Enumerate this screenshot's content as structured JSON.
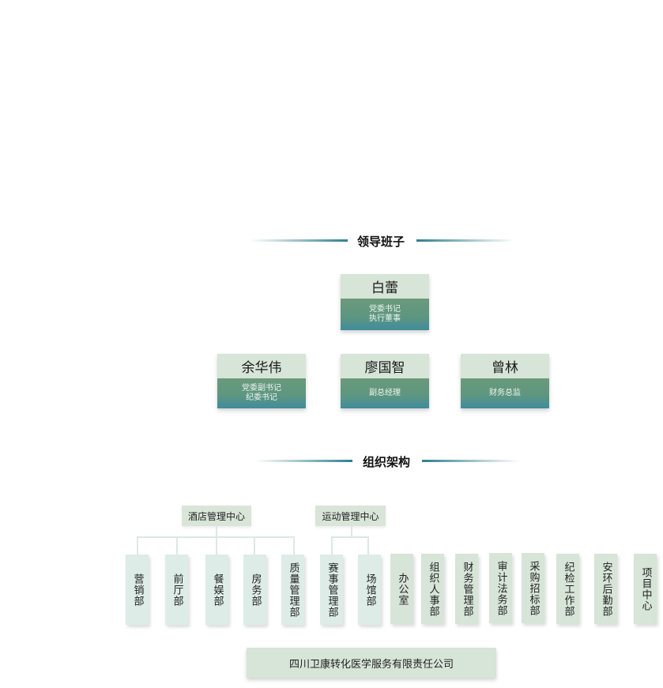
{
  "leadership": {
    "title": "领导班子",
    "members": [
      {
        "name": "白蕾",
        "roles": [
          "党委书记",
          "执行董事"
        ]
      },
      {
        "name": "余华伟",
        "roles": [
          "党委副书记",
          "纪委书记"
        ]
      },
      {
        "name": "廖国智",
        "roles": [
          "副总经理"
        ]
      },
      {
        "name": "曾林",
        "roles": [
          "财务总监"
        ]
      }
    ]
  },
  "organization": {
    "title": "组织架构",
    "centers": [
      {
        "name": "酒店管理中心",
        "departments": [
          "营销部",
          "前厅部",
          "餐娱部",
          "房务部",
          "质量管理部"
        ]
      },
      {
        "name": "运动管理中心",
        "departments": [
          "赛事管理部",
          "场馆部"
        ]
      }
    ],
    "standalone_departments": [
      "办公室",
      "组织人事部",
      "财务管理部",
      "审计法务部",
      "采购招标部",
      "纪检工作部",
      "安环后勤部",
      "项目中心"
    ],
    "company": "四川卫康转化医学服务有限责任公司"
  },
  "colors": {
    "accent_line": "#2f7f90",
    "card_name_bg": "#d7e4d8",
    "card_role_top": "#6a9a7c",
    "card_role_bottom": "#3f8d9c",
    "dept_light_bg": "#ddece6",
    "dept_green_bg": "#d7e4d8"
  }
}
